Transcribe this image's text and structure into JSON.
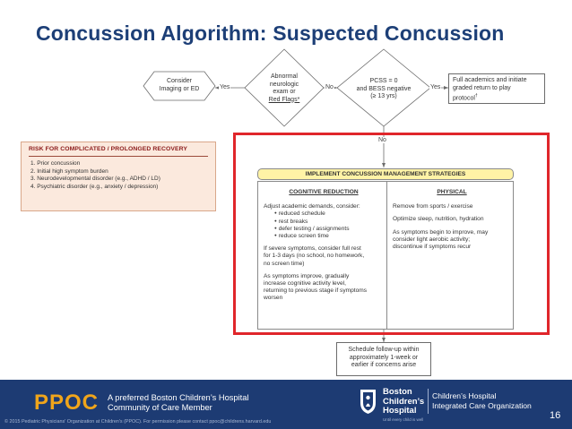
{
  "slide": {
    "title": "Concussion Algorithm: Suspected Concussion",
    "page_number": "16"
  },
  "flow": {
    "consider_imaging": [
      "Consider",
      "Imaging or ED"
    ],
    "decision_neuro": [
      "Abnormal",
      "neurologic",
      "exam or"
    ],
    "decision_neuro_red_flags": "Red Flags*",
    "decision_pcss": [
      "PCSS = 0",
      "and BESS negative",
      "(≥ 13 yrs)"
    ],
    "full_academics": [
      "Full academics and initiate",
      "graded return to play",
      "protocol"
    ],
    "full_academics_sup": "†",
    "label_yes_left": "Yes",
    "label_no_mid": "No",
    "label_yes_right": "Yes",
    "label_no_down": "No",
    "follow_up": [
      "Schedule follow-up within",
      "approximately 1-week or",
      "earlier if concerns arise"
    ]
  },
  "risk": {
    "heading": "RISK FOR COMPLICATED / PROLONGED RECOVERY",
    "items": [
      "1. Prior concussion",
      "2. Initial high symptom burden",
      "3. Neurodevelopmental disorder (e.g., ADHD / LD)",
      "4. Psychiatric disorder (e.g., anxiety / depression)"
    ]
  },
  "management": {
    "heading": "IMPLEMENT CONCUSSION MANAGEMENT STRATEGIES",
    "cognitive": {
      "title": "COGNITIVE REDUCTION",
      "intro": [
        "Adjust academic demands, consider:"
      ],
      "bullets": [
        "reduced schedule",
        "rest breaks",
        "defer testing / assignments",
        "reduce screen time"
      ],
      "severe": [
        "If severe symptoms, consider full rest",
        "for 1-3 days (no school, no homework,",
        "no screen time)"
      ],
      "improve": [
        "As symptoms improve, gradually",
        "increase cognitive activity level,",
        "returning to previous stage if symptoms",
        "worsen"
      ]
    },
    "physical": {
      "title": "PHYSICAL",
      "p1": [
        "Remove from sports / exercise"
      ],
      "p2": [
        "Optimize sleep, nutrition, hydration"
      ],
      "p3": [
        "As symptoms begin to improve, may",
        "consider light aerobic activity;",
        "discontinue if symptoms recur"
      ]
    }
  },
  "footer": {
    "ppoc": "PPOC",
    "tagline": [
      "A preferred Boston Children’s Hospital",
      "Community of Care Member"
    ],
    "hospital": [
      "Boston",
      "Children’s",
      "Hospital"
    ],
    "hospital_sub": "Until every child is well",
    "ico": [
      "Children’s Hospital",
      "Integrated Care Organization"
    ],
    "copyright": "© 2015 Pediatric Physicians' Organization at Children's (PPOC). For permission please contact ppoc@childrens.harvard.edu",
    "bg_color": "#1d3b73",
    "ppoc_color": "#f0a51b"
  },
  "colors": {
    "title": "#1d3f77",
    "risk_bg": "#fbe9dd",
    "risk_heading": "#8b1a1a",
    "frame": "#e0262b",
    "mgmt_heading_bg": "#fff3a6"
  }
}
